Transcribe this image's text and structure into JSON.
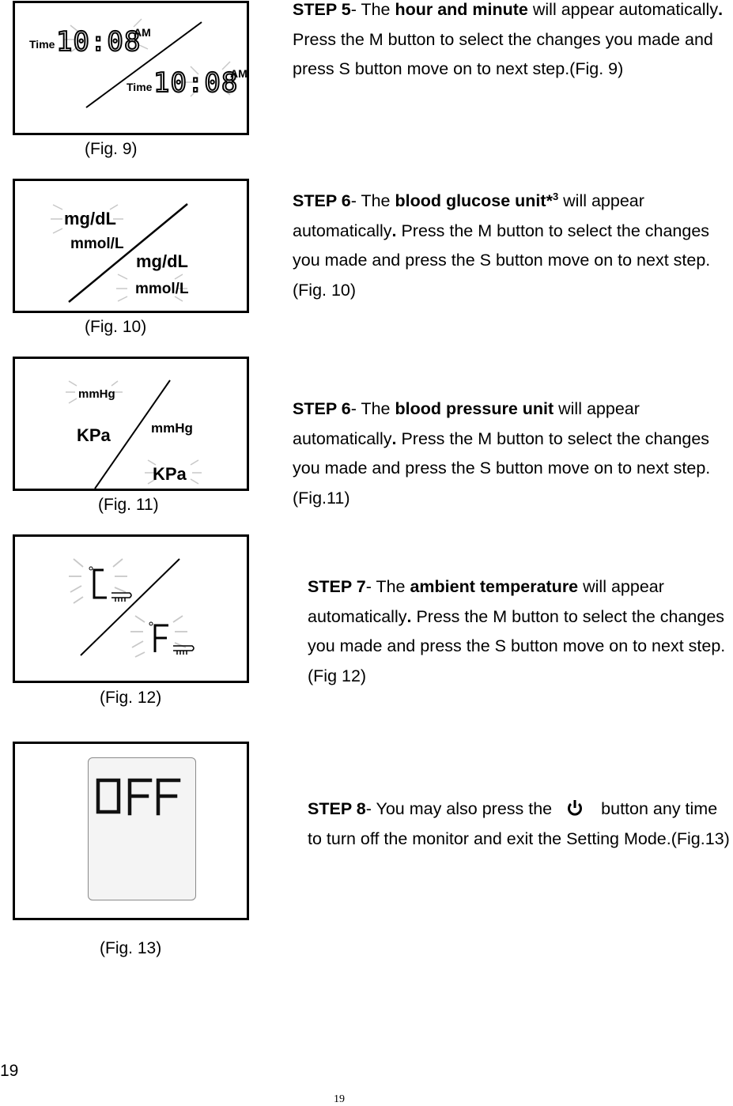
{
  "steps": [
    {
      "id": "step5",
      "label": "STEP 5",
      "pre": "- The ",
      "bold": "hour and minute",
      "sup": "",
      "post": " will appear automatically",
      "dot": ".",
      "rest": " Press the M button to select the changes you made and press S button move on to next step.(Fig. 9)"
    },
    {
      "id": "step6a",
      "label": "STEP 6",
      "pre": "- The ",
      "bold": "blood glucose unit*",
      "sup": "3",
      "post": " will appear automatically",
      "dot": ".",
      "rest": " Press the M button to select the changes you made and press the S button move on to next step.(Fig. 10)"
    },
    {
      "id": "step6b",
      "label": "STEP 6",
      "pre": "- The ",
      "bold": "blood pressure unit",
      "sup": "",
      "post": " will appear automatically",
      "dot": ".",
      "rest": " Press the M button to select the changes you made and press the S button move on to next step.(Fig.11)"
    },
    {
      "id": "step7",
      "label": "STEP 7",
      "pre": "- The ",
      "bold": "ambient temperature",
      "sup": "",
      "post": " will appear automatically",
      "dot": ".",
      "rest": " Press the M button to select the changes you made and press the S button move on to next step.(Fig 12)"
    },
    {
      "id": "step8",
      "label": "STEP 8",
      "pre": "- You may also press the",
      "icon": "power-icon",
      "post": "button any time to turn off the monitor and exit the Setting Mode.(Fig.13)"
    }
  ],
  "figures": {
    "fig9": {
      "caption": "(Fig. 9)",
      "time_label": "Time",
      "time_value": "10:08",
      "ampm": "AM"
    },
    "fig10": {
      "caption": "(Fig. 10)",
      "unit_a": "mg/dL",
      "unit_b": "mmol/L"
    },
    "fig11": {
      "caption": "(Fig. 11)",
      "unit_a": "mmHg",
      "unit_b": "KPa"
    },
    "fig12": {
      "caption": "(Fig. 12)",
      "unit_c": "°C",
      "unit_f": "°F",
      "icon": "thermometer-icon"
    },
    "fig13": {
      "caption": "(Fig. 13)",
      "display": "OFF"
    }
  },
  "page_number_top": "19",
  "page_number_bottom": "19"
}
